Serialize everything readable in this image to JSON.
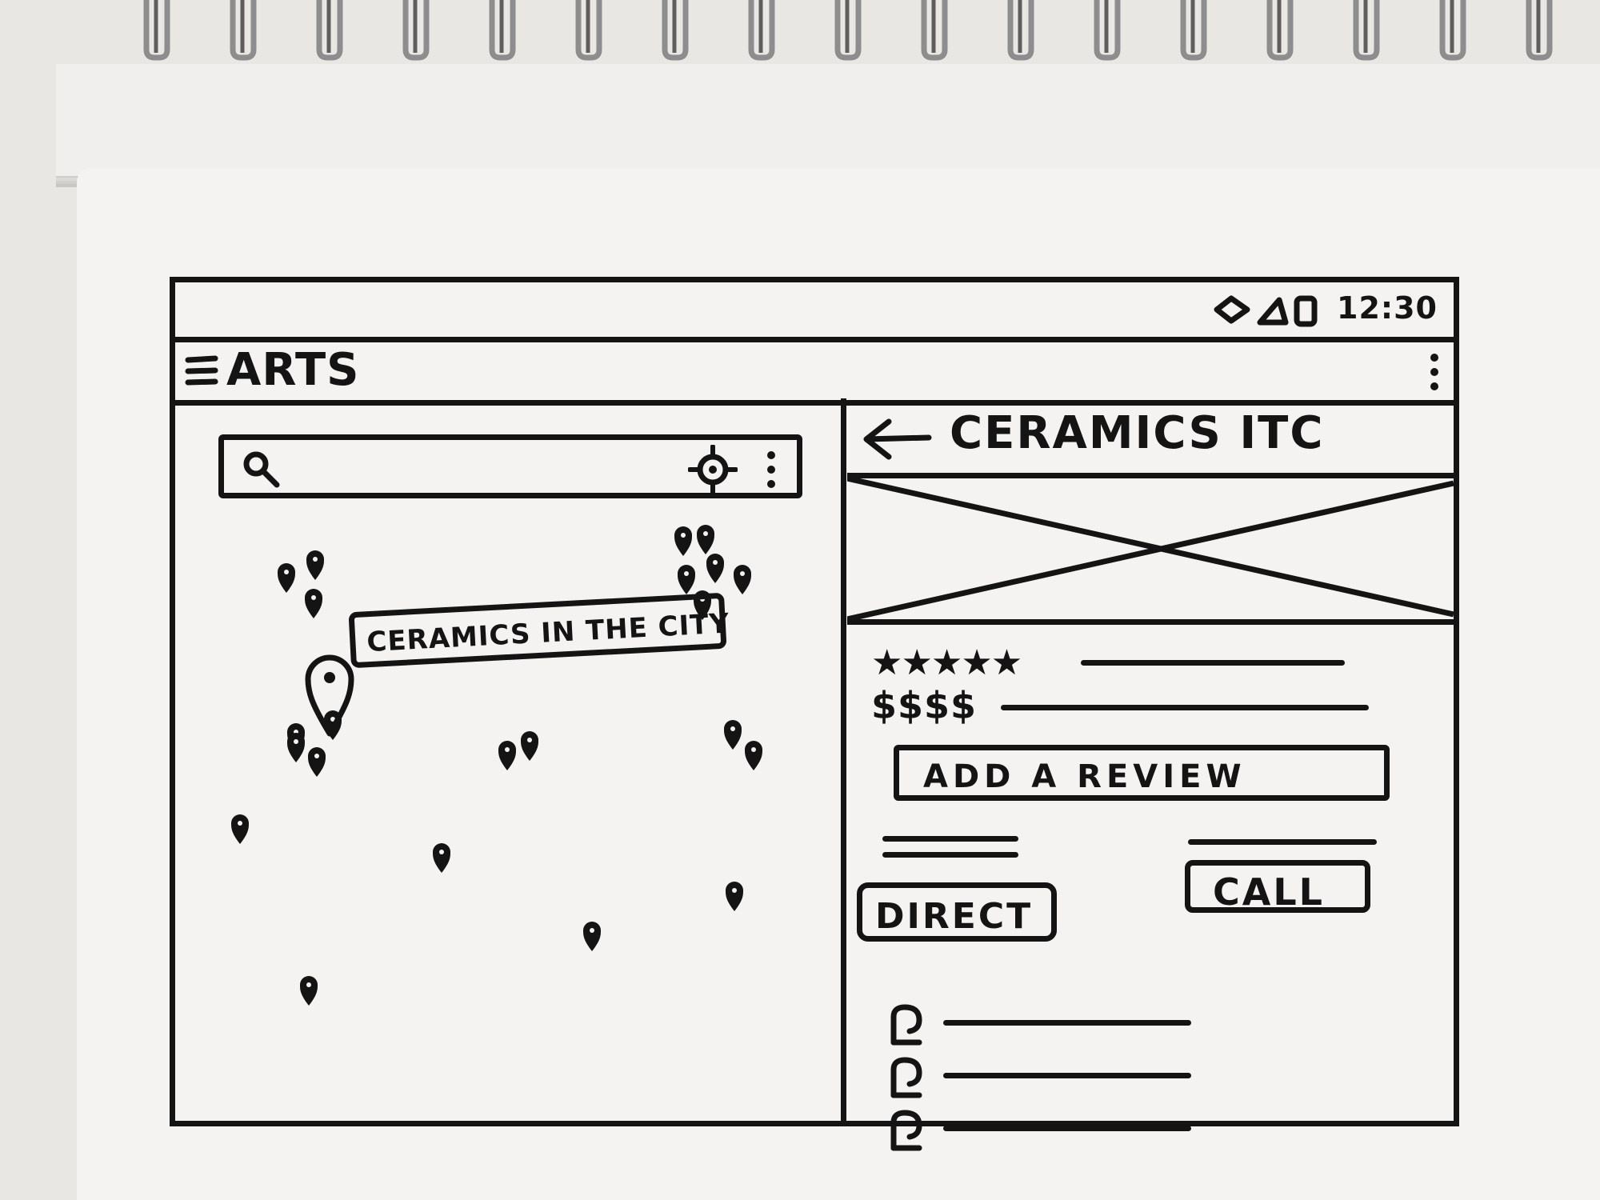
{
  "status_bar": {
    "time": "12:30",
    "icons": [
      "wifi-icon",
      "signal-icon",
      "battery-icon"
    ]
  },
  "app_bar": {
    "title": "ARTS",
    "menu_icon": "hamburger-menu-icon",
    "overflow_icon": "more-vert-icon"
  },
  "map": {
    "search_placeholder": "",
    "search_icon": "search-icon",
    "locate_icon": "my-location-icon",
    "more_icon": "more-vert-icon",
    "selected_place": "CERAMICS IN THE CITY",
    "pin_count": 22
  },
  "detail": {
    "title": "CERAMICS ITC",
    "back_icon": "arrow-back-icon",
    "image_placeholder": "image-placeholder",
    "rating": "★★★★★",
    "price": "$$$$",
    "add_review_label": "ADD A REVIEW",
    "call_label": "CALL",
    "directions_label": "DIRECT",
    "list_items": [
      "",
      "",
      ""
    ]
  },
  "colors": {
    "ink": "#141414",
    "paper": "#f4f3f1",
    "background": "#e9e7e3"
  }
}
